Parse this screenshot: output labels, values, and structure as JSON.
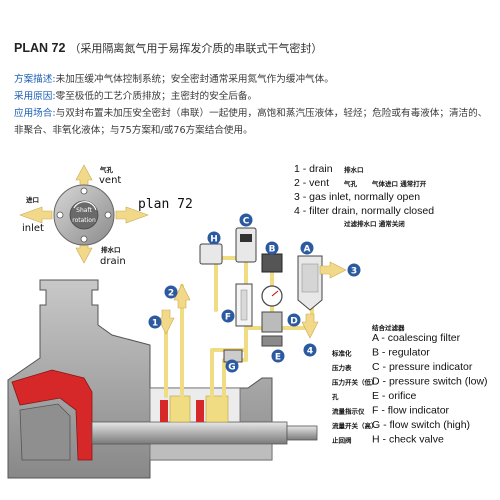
{
  "title": {
    "plan": "PLAN 72",
    "subtitle": "（采用隔离氮气用于易挥发介质的串联式干气密封）"
  },
  "paragraphs": [
    {
      "label": "方案描述:",
      "text": "未加压缓冲气体控制系统；安全密封通常采用氮气作为缓冲气体。"
    },
    {
      "label": "采用原因:",
      "text": "零至极低的工艺介质排放；主密封的安全后备。"
    },
    {
      "label": "应用场合:",
      "text": "与双封布置未加压安全密封（串联）一起使用，高饱和蒸汽压液体，轻烃；危险或有毒液体；清洁的、非聚合、非氧化液体；与75方案和/或76方案结合使用。"
    }
  ],
  "diagram": {
    "plan_label": "plan 72",
    "dial": {
      "inlet_cn": "进口",
      "inlet_en": "inlet",
      "vent_cn": "气孔",
      "vent_en": "vent",
      "drain_cn": "排水口",
      "drain_en": "drain",
      "center_top": "Shaft",
      "center_bottom": "rotation"
    },
    "ports": [
      {
        "num": "1",
        "text": "- drain",
        "cn": "排水口"
      },
      {
        "num": "2",
        "text": "- vent",
        "cn": "气孔",
        "cn2": "气体进口  通常打开"
      },
      {
        "num": "3",
        "text": "- gas inlet, normally open"
      },
      {
        "num": "4",
        "text": "- filter drain, normally closed",
        "cn": "过滤排水口  通常关闭"
      }
    ],
    "legend_heading_cn": "结合过滤器",
    "components": [
      {
        "key": "A",
        "name": "coalescing filter",
        "cn": ""
      },
      {
        "key": "B",
        "name": "regulator",
        "cn": "标准化"
      },
      {
        "key": "C",
        "name": "pressure indicator",
        "cn": "压力表"
      },
      {
        "key": "D",
        "name": "pressure switch (low)",
        "cn": "压力开关（低）"
      },
      {
        "key": "E",
        "name": "orifice",
        "cn": "孔"
      },
      {
        "key": "F",
        "name": "flow indicator",
        "cn": "流量指示仪"
      },
      {
        "key": "G",
        "name": "flow switch (high)",
        "cn": "流量开关（高）"
      },
      {
        "key": "H",
        "name": "check valve",
        "cn": "止回阀"
      }
    ],
    "markers": [
      "A",
      "B",
      "C",
      "D",
      "E",
      "F",
      "G",
      "H"
    ],
    "port_markers": [
      "1",
      "2",
      "3",
      "4"
    ],
    "colors": {
      "pipe": "#f0dc82",
      "pipe_edge": "#b8a048",
      "marker": "#2c5aa0",
      "arrow": "#f2d98a",
      "pump_gray": "#9a9a9a",
      "red": "#d62828"
    }
  }
}
